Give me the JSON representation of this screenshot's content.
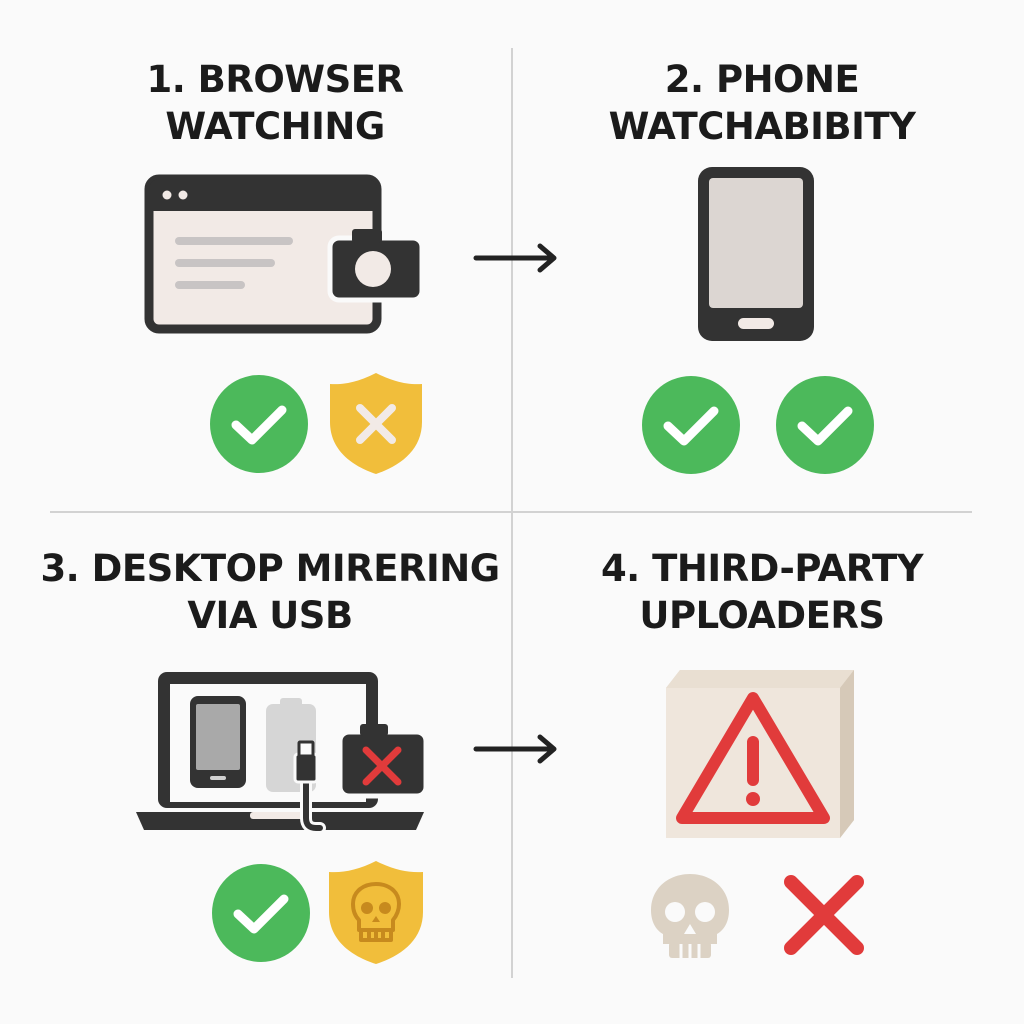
{
  "colors": {
    "dark": "#333333",
    "green": "#4cb95b",
    "yellow": "#f1be3b",
    "red": "#e13b3b",
    "screen": "#f2eae6",
    "bone": "#dcd2c4",
    "divider": "#d2d2d2"
  },
  "panels": [
    {
      "title_line1": "1. BROWSER",
      "title_line2": "WATCHING",
      "illustration": "browser-window-with-camera",
      "badges": [
        "green-check-circle-icon",
        "yellow-shield-x-icon"
      ]
    },
    {
      "title_line1": "2. PHONE",
      "title_line2": "WATCHABIBITY",
      "illustration": "smartphone",
      "badges": [
        "green-check-circle-icon",
        "green-check-circle-icon"
      ]
    },
    {
      "title_line1": "3. DESKTOP MIRERING",
      "title_line2": "VIA USB",
      "illustration": "laptop-with-phone-usb-and-blocked-camera",
      "badges": [
        "green-check-circle-icon",
        "yellow-shield-skull-icon"
      ]
    },
    {
      "title_line1": "4. THIRD-PARTY",
      "title_line2": "UPLOADERS",
      "illustration": "warning-triangle-box",
      "badges": [
        "beige-skull-icon",
        "red-x-icon"
      ]
    }
  ],
  "arrows": [
    "arrow-right-icon",
    "arrow-right-icon"
  ]
}
